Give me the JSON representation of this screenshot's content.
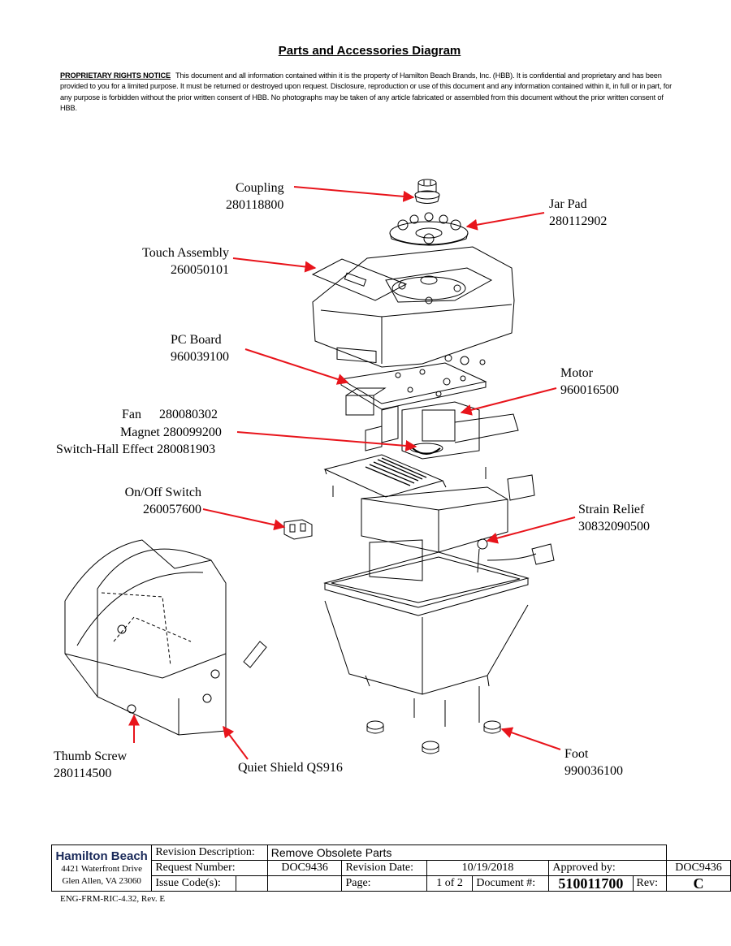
{
  "title": "Parts and Accessories Diagram",
  "notice": {
    "heading": "PROPRIETARY RIGHTS NOTICE",
    "text": "This document and all information contained within it is the property of Hamilton Beach Brands, Inc. (HBB).  It is confidential and proprietary and has been provided to you for a limited purpose.  It must be returned or destroyed upon request.  Disclosure, reproduction or use of this document and any information contained within it, in full or in part, for any purpose is forbidden without the prior written consent of HBB.  No photographs may be taken of any article fabricated or assembled from this document without the prior written consent of HBB."
  },
  "parts": {
    "coupling": {
      "name": "Coupling",
      "number": "280118800"
    },
    "jar_pad": {
      "name": "Jar Pad",
      "number": "280112902"
    },
    "touch_assembly": {
      "name": "Touch Assembly",
      "number": "260050101"
    },
    "pc_board": {
      "name": "PC Board",
      "number": "960039100"
    },
    "motor": {
      "name": "Motor",
      "number": "960016500"
    },
    "fan": {
      "name": "Fan",
      "number": "280080302"
    },
    "magnet": {
      "name": "Magnet",
      "number": "280099200"
    },
    "hall_switch": {
      "name": "Switch-Hall Effect",
      "number": "280081903"
    },
    "onoff_switch": {
      "name": "On/Off Switch",
      "number": "260057600"
    },
    "strain_relief": {
      "name": "Strain Relief",
      "number": "30832090500"
    },
    "thumb_screw": {
      "name": "Thumb Screw",
      "number": "280114500"
    },
    "quiet_shield": {
      "name": "Quiet Shield",
      "number": "QS916"
    },
    "foot": {
      "name": "Foot",
      "number": "990036100"
    }
  },
  "arrow_color": "#e8141b",
  "title_block": {
    "company": "Hamilton Beach",
    "address1": "4421 Waterfront Drive",
    "address2": "Glen Allen, VA  23060",
    "revision_description_label": "Revision Description:",
    "revision_description": "Remove Obsolete Parts",
    "request_number_label": "Request Number:",
    "request_number": "DOC9436",
    "revision_date_label": "Revision Date:",
    "revision_date": "10/19/2018",
    "approved_by_label": "Approved by:",
    "approved_by": "DOC9436",
    "issue_codes_label": "Issue Code(s):",
    "page_label": "Page:",
    "page": "1 of 2",
    "document_label": "Document #:",
    "document": "510011700",
    "rev_label": "Rev:",
    "rev": "C"
  },
  "footer": "ENG-FRM-RIC-4.32, Rev. E"
}
